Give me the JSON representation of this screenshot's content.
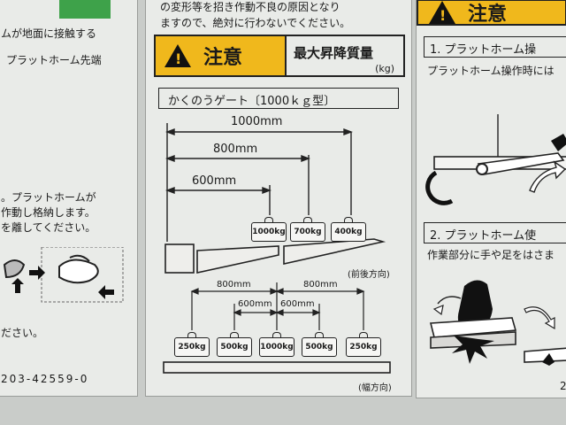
{
  "left_panel": {
    "lines": [
      "ムが地面に接触する",
      "プラットホーム先端",
      "。プラットホームが",
      "作動し格納します。",
      "を離してください。",
      "ださい。"
    ],
    "code": "203-42559-0"
  },
  "center_panel": {
    "top_text": [
      "の変形等を招き作動不良の原因となり",
      "ますので、絶対に行わないでください。"
    ],
    "caution_label": "注意",
    "max_load": {
      "title": "最大昇降質量",
      "unit": "(kg)"
    },
    "gate_title": "かくのうゲート〔1000ｋｇ型〕",
    "front_back": {
      "dims": [
        "1000mm",
        "800mm",
        "600mm"
      ],
      "weights": [
        "1000kg",
        "700kg",
        "400kg"
      ],
      "direction": "(前後方向)"
    },
    "width": {
      "dims": [
        "800mm",
        "600mm",
        "600mm",
        "800mm"
      ],
      "weights": [
        "250kg",
        "500kg",
        "1000kg",
        "500kg",
        "250kg"
      ],
      "direction": "(幅方向)"
    }
  },
  "right_panel": {
    "caution_label": "注意",
    "item1_title": "1. プラットホーム操",
    "item1_text": "プラットホーム操作時には",
    "item2_title": "2. プラットホーム使",
    "item2_text": "作業部分に手や足をはさま",
    "corner_num": "2"
  },
  "colors": {
    "caution_yellow": "#f0b81c",
    "panel": "#e9ebe8",
    "green_tab": "#3ea24a"
  }
}
